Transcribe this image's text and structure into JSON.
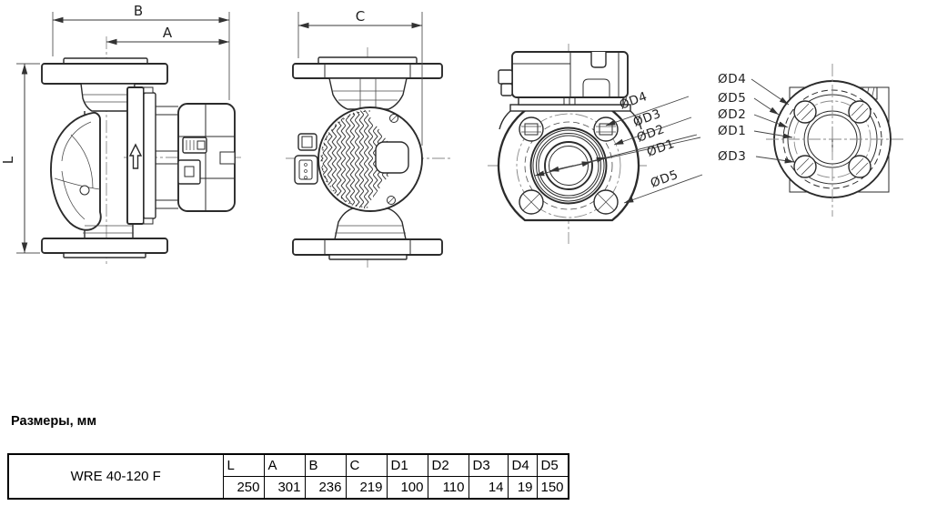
{
  "caption": "Размеры, мм",
  "drawing": {
    "side_view": {
      "dim_b": "B",
      "dim_a": "A",
      "dim_l": "L"
    },
    "rotated_view": {
      "dim_c": "C"
    },
    "front_view": {
      "d4": "ØD4",
      "d3": "ØD3",
      "d2": "ØD2",
      "d1": "ØD1",
      "d5": "ØD5"
    },
    "flange_view": {
      "d4": "ØD4",
      "d5": "ØD5",
      "d2": "ØD2",
      "d1": "ØD1",
      "d3": "ØD3"
    }
  },
  "table": {
    "model": "WRE 40-120 F",
    "columns": [
      "L",
      "A",
      "B",
      "C",
      "D1",
      "D2",
      "D3",
      "D4",
      "D5"
    ],
    "values": [
      "250",
      "301",
      "236",
      "219",
      "100",
      "110",
      "14",
      "19",
      "150"
    ]
  },
  "colors": {
    "line": "#2b2b2b",
    "centerline": "#8a8a8a",
    "table_border": "#000000",
    "background": "#ffffff"
  }
}
